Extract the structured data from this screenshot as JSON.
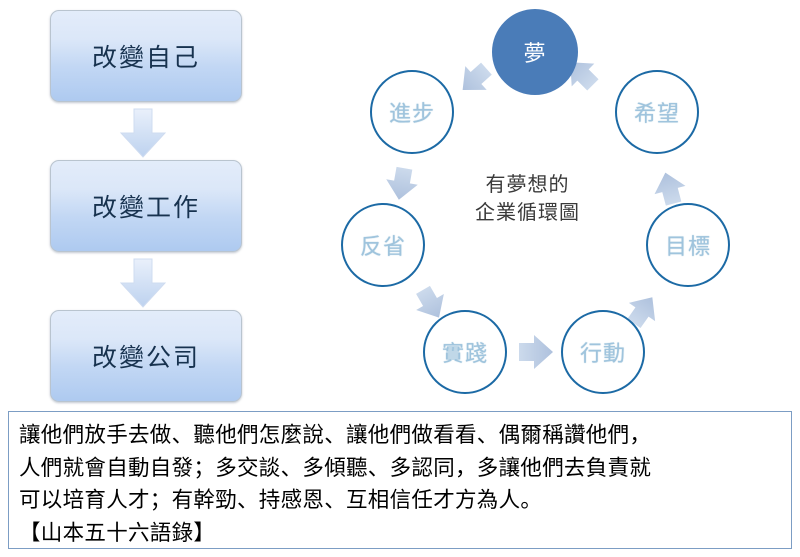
{
  "flow": {
    "steps": [
      {
        "label": "改變自己"
      },
      {
        "label": "改變工作"
      },
      {
        "label": "改變公司"
      }
    ],
    "arrow_icon": "arrow-down-icon"
  },
  "cycle": {
    "center_line1": "有夢想的",
    "center_line2": "企業循環圖",
    "nodes": [
      {
        "label": "夢",
        "style": "filled",
        "name": "cycle-node-dream"
      },
      {
        "label": "希望",
        "style": "outline",
        "name": "cycle-node-hope"
      },
      {
        "label": "目標",
        "style": "outline",
        "name": "cycle-node-goal"
      },
      {
        "label": "行動",
        "style": "outline",
        "name": "cycle-node-action"
      },
      {
        "label": "實踐",
        "style": "outline",
        "name": "cycle-node-practice"
      },
      {
        "label": "反省",
        "style": "outline",
        "name": "cycle-node-reflect"
      },
      {
        "label": "進步",
        "style": "outline",
        "name": "cycle-node-progress"
      }
    ]
  },
  "quote": {
    "line1": "讓他們放手去做、聽他們怎麼說、讓他們做看看、偶爾稱讚他們，",
    "line2": "人們就會自動自發；多交談、多傾聽、多認同，多讓他們去負責就",
    "line3": "可以培育人才；有幹勁、持感恩、互相信任才方為人。",
    "line4": "【山本五十六語錄】"
  },
  "colors": {
    "node_fill": "#4a7cb8",
    "node_stroke": "#1c6aa5",
    "node_text": "#9fc4dd",
    "arrow": "#b6c8e0",
    "box_top": "#e3ecfa",
    "box_bottom": "#aecaf0",
    "box_text": "#17324f",
    "quote_border": "#7c9dc4"
  }
}
